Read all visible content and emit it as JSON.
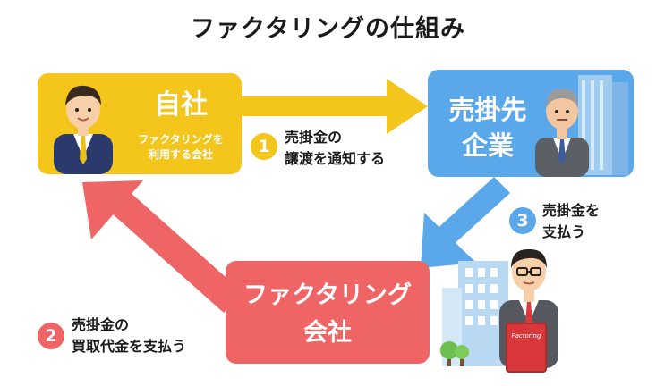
{
  "title": "ファクタリングの仕組み",
  "self_company": {
    "name": "自社",
    "desc_line1": "ファクタリングを",
    "desc_line2": "利用する会社"
  },
  "client_company": {
    "name_line1": "売掛先",
    "name_line2": "企業"
  },
  "factoring_company": {
    "name_line1": "ファクタリング",
    "name_line2": "会社",
    "book_label": "Factoring"
  },
  "steps": [
    {
      "number": "1",
      "line1": "売掛金の",
      "line2": "譲渡を通知する",
      "color": "#f4c51b"
    },
    {
      "number": "2",
      "line1": "売掛金の",
      "line2": "買取代金を支払う",
      "color": "#ef6565"
    },
    {
      "number": "3",
      "line1": "売掛金を",
      "line2": "支払う",
      "color": "#5aa7ea"
    }
  ],
  "colors": {
    "yellow": "#f4c51b",
    "blue": "#5aa7ea",
    "red": "#ef6565"
  }
}
